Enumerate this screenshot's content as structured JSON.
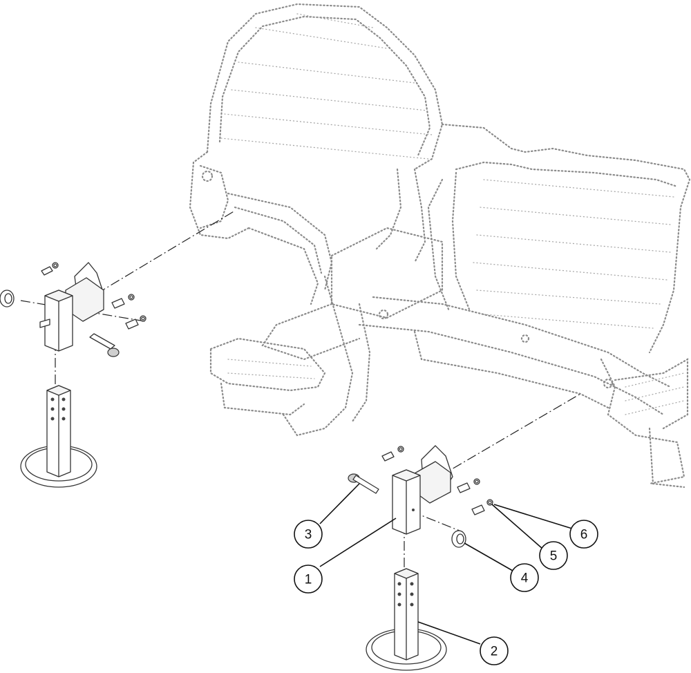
{
  "diagram": {
    "callouts": [
      {
        "number": "1",
        "part": "jack-mount-tube"
      },
      {
        "number": "2",
        "part": "jack-stand-foot"
      },
      {
        "number": "3",
        "part": "pin"
      },
      {
        "number": "4",
        "part": "clip-pin"
      },
      {
        "number": "5",
        "part": "bolt"
      },
      {
        "number": "6",
        "part": "washer"
      }
    ]
  }
}
